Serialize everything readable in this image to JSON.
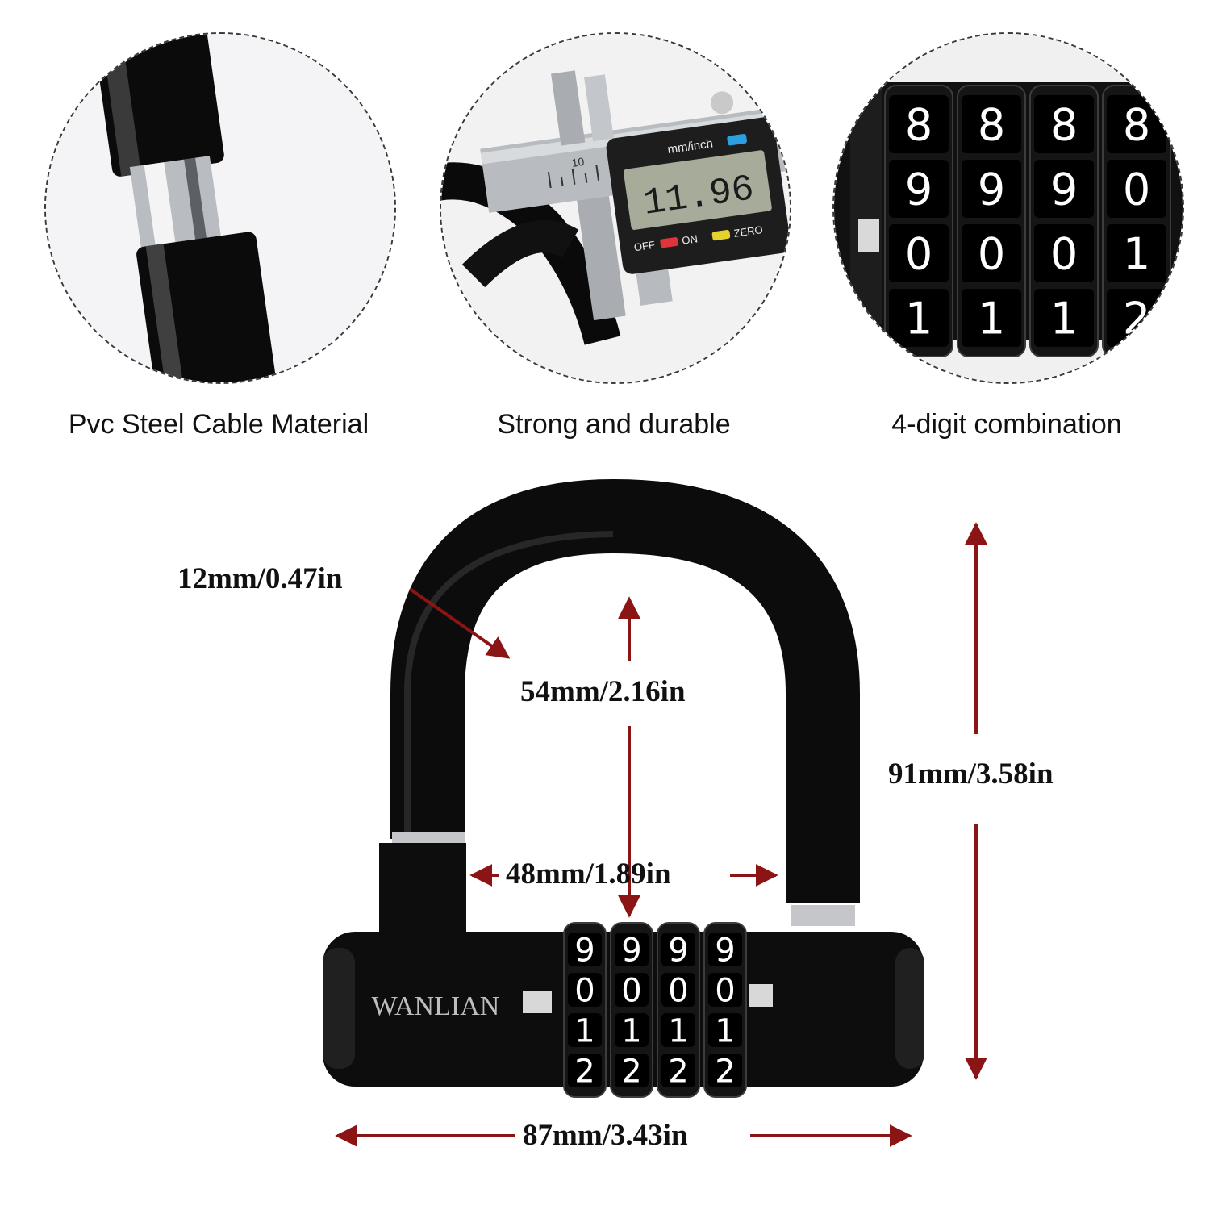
{
  "features": [
    {
      "caption": "Pvc Steel Cable Material"
    },
    {
      "caption": "Strong and durable"
    },
    {
      "caption": "4-digit combination"
    }
  ],
  "caliper": {
    "unit_label": "mm/inch",
    "reading": "11.96",
    "off_label": "OFF",
    "on_label": "ON",
    "zero_label": "ZERO",
    "scale_mark": "10"
  },
  "dial_closeup": {
    "rows": [
      [
        "8",
        "8",
        "8",
        "8"
      ],
      [
        "9",
        "9",
        "9",
        "0"
      ],
      [
        "0",
        "0",
        "0",
        "1"
      ],
      [
        "1",
        "1",
        "1",
        "2"
      ]
    ]
  },
  "lock": {
    "brand": "WANLIAN",
    "dial_rows": [
      [
        "9",
        "9",
        "9",
        "9"
      ],
      [
        "0",
        "0",
        "0",
        "0"
      ],
      [
        "1",
        "1",
        "1",
        "1"
      ],
      [
        "2",
        "2",
        "2",
        "2"
      ]
    ]
  },
  "dimensions": {
    "shackle_thickness": "12mm/0.47in",
    "inner_height": "54mm/2.16in",
    "inner_width": "48mm/1.89in",
    "total_height": "91mm/3.58in",
    "total_width": "87mm/3.43in"
  },
  "colors": {
    "arrow": "#8b1414",
    "lock_body": "#0d0d0d"
  }
}
